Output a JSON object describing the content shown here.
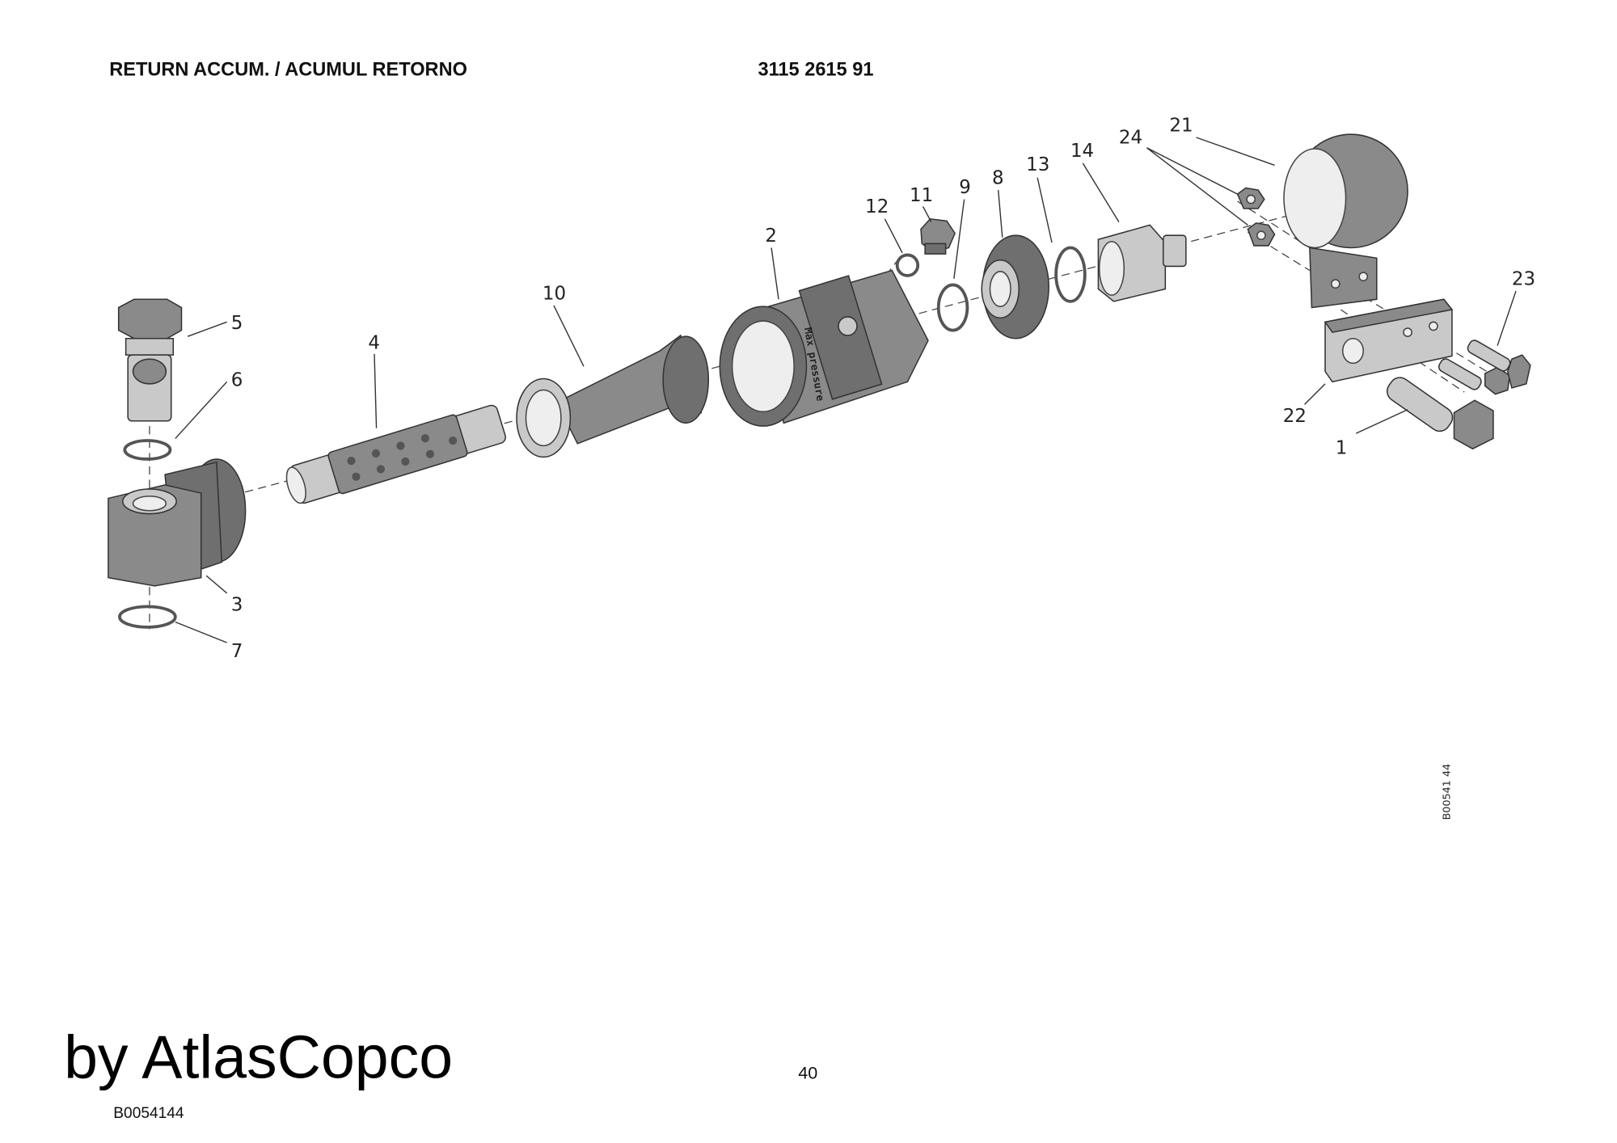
{
  "header": {
    "title": "RETURN ACCUM. / ACUMUL RETORNO",
    "part_number": "3115 2615 91"
  },
  "callouts": [
    "1",
    "2",
    "3",
    "4",
    "5",
    "6",
    "7",
    "8",
    "9",
    "10",
    "11",
    "12",
    "13",
    "14",
    "21",
    "22",
    "23",
    "24"
  ],
  "drawing_id_vertical": "B00541 44",
  "footer": {
    "watermark": "by AtlasCopco",
    "drawing_id": "B0054144",
    "page_number": "40"
  },
  "housing_text": "Max pressure"
}
